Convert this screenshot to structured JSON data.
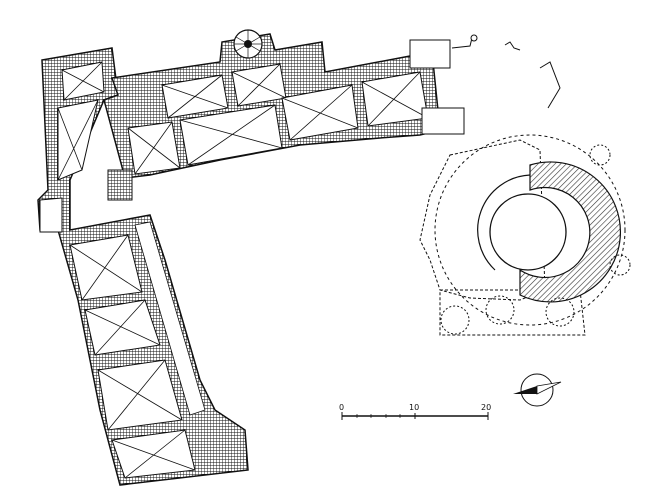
{
  "scale_bar": {
    "ticks": [
      "0",
      "10",
      "20"
    ]
  },
  "icons": {
    "north_arrow": "compass-north-arrow-icon"
  },
  "colors": {
    "ink": "#111111",
    "paper": "#ffffff",
    "hatch": "#555555"
  }
}
